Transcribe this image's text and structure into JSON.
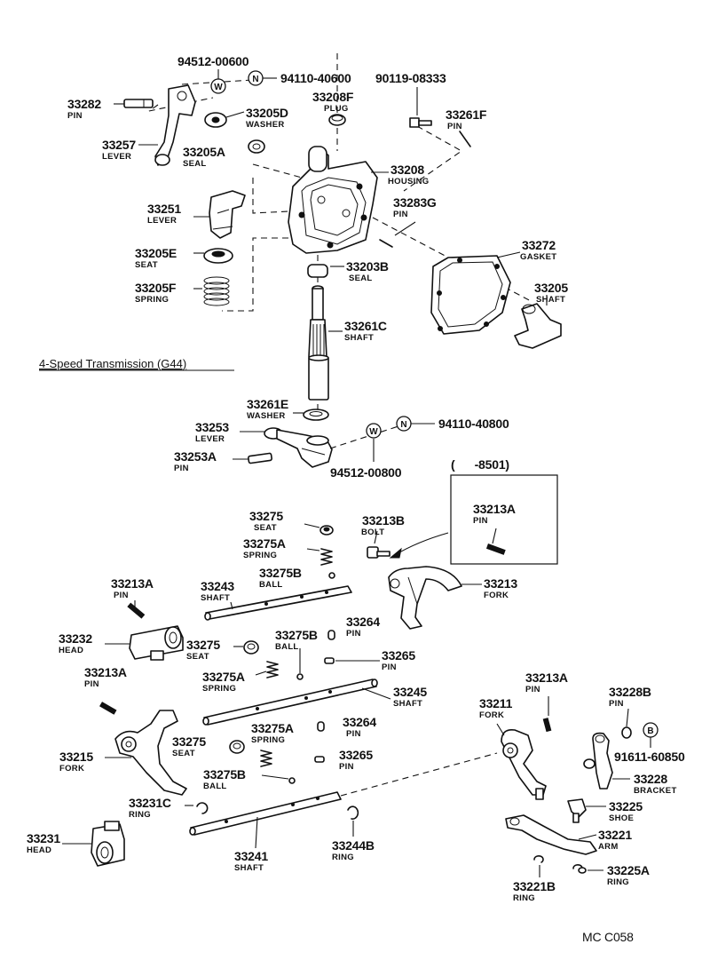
{
  "title": "4-Speed Transmission (G44)",
  "footer_code": "MC C058",
  "inset": {
    "label": "(      -8501)",
    "part": "33213A",
    "desc": "PIN"
  },
  "symbols": {
    "washer": "W",
    "nut": "N",
    "bolt": "B"
  },
  "parts": {
    "p94512_00600": {
      "num": "94512-00600",
      "desc": ""
    },
    "p94110_40600": {
      "num": "94110-40600",
      "desc": ""
    },
    "p90119_08333": {
      "num": "90119-08333",
      "desc": ""
    },
    "p33282": {
      "num": "33282",
      "desc": "PIN"
    },
    "p33205D": {
      "num": "33205D",
      "desc": "WASHER"
    },
    "p33208F": {
      "num": "33208F",
      "desc": "PLUG"
    },
    "p33261F": {
      "num": "33261F",
      "desc": "PIN"
    },
    "p33257": {
      "num": "33257",
      "desc": "LEVER"
    },
    "p33205A": {
      "num": "33205A",
      "desc": "SEAL"
    },
    "p33208": {
      "num": "33208",
      "desc": "HOUSING"
    },
    "p33251": {
      "num": "33251",
      "desc": "LEVER"
    },
    "p33283G": {
      "num": "33283G",
      "desc": "PIN"
    },
    "p33205E": {
      "num": "33205E",
      "desc": "SEAT"
    },
    "p33272": {
      "num": "33272",
      "desc": "GASKET"
    },
    "p33203B": {
      "num": "33203B",
      "desc": "SEAL"
    },
    "p33205F": {
      "num": "33205F",
      "desc": "SPRING"
    },
    "p33205": {
      "num": "33205",
      "desc": "SHAFT"
    },
    "p33261C": {
      "num": "33261C",
      "desc": "SHAFT"
    },
    "p33261E": {
      "num": "33261E",
      "desc": "WASHER"
    },
    "p33253": {
      "num": "33253",
      "desc": "LEVER"
    },
    "p94110_40800": {
      "num": "94110-40800",
      "desc": ""
    },
    "p33253A": {
      "num": "33253A",
      "desc": "PIN"
    },
    "p94512_00800": {
      "num": "94512-00800",
      "desc": ""
    },
    "p33275_top": {
      "num": "33275",
      "desc": "SEAT"
    },
    "p33213B": {
      "num": "33213B",
      "desc": "BOLT"
    },
    "p33275A_top": {
      "num": "33275A",
      "desc": "SPRING"
    },
    "p33275B_top": {
      "num": "33275B",
      "desc": "BALL"
    },
    "p33213": {
      "num": "33213",
      "desc": "FORK"
    },
    "p33213A_left": {
      "num": "33213A",
      "desc": "PIN"
    },
    "p33243": {
      "num": "33243",
      "desc": "SHAFT"
    },
    "p33264_top": {
      "num": "33264",
      "desc": "PIN"
    },
    "p33232": {
      "num": "33232",
      "desc": "HEAD"
    },
    "p33275_mid": {
      "num": "33275",
      "desc": "SEAT"
    },
    "p33275B_mid": {
      "num": "33275B",
      "desc": "BALL"
    },
    "p33265_top": {
      "num": "33265",
      "desc": "PIN"
    },
    "p33213A_mid": {
      "num": "33213A",
      "desc": "PIN"
    },
    "p33275A_mid": {
      "num": "33275A",
      "desc": "SPRING"
    },
    "p33245": {
      "num": "33245",
      "desc": "SHAFT"
    },
    "p33213A_right": {
      "num": "33213A",
      "desc": "PIN"
    },
    "p33228B": {
      "num": "33228B",
      "desc": "PIN"
    },
    "p33211": {
      "num": "33211",
      "desc": "FORK"
    },
    "p33275A_low": {
      "num": "33275A",
      "desc": "SPRING"
    },
    "p33264_low": {
      "num": "33264",
      "desc": "PIN"
    },
    "p33275_low": {
      "num": "33275",
      "desc": "SEAT"
    },
    "p91611_60850": {
      "num": "91611-60850",
      "desc": ""
    },
    "p33215": {
      "num": "33215",
      "desc": "FORK"
    },
    "p33265_low": {
      "num": "33265",
      "desc": "PIN"
    },
    "p33228": {
      "num": "33228",
      "desc": "BRACKET"
    },
    "p33275B_low": {
      "num": "33275B",
      "desc": "BALL"
    },
    "p33231C": {
      "num": "33231C",
      "desc": "RING"
    },
    "p33225": {
      "num": "33225",
      "desc": "SHOE"
    },
    "p33221": {
      "num": "33221",
      "desc": "ARM"
    },
    "p33231": {
      "num": "33231",
      "desc": "HEAD"
    },
    "p33244B": {
      "num": "33244B",
      "desc": "RING"
    },
    "p33241": {
      "num": "33241",
      "desc": "SHAFT"
    },
    "p33225A": {
      "num": "33225A",
      "desc": "RING"
    },
    "p33221B": {
      "num": "33221B",
      "desc": "RING"
    }
  }
}
